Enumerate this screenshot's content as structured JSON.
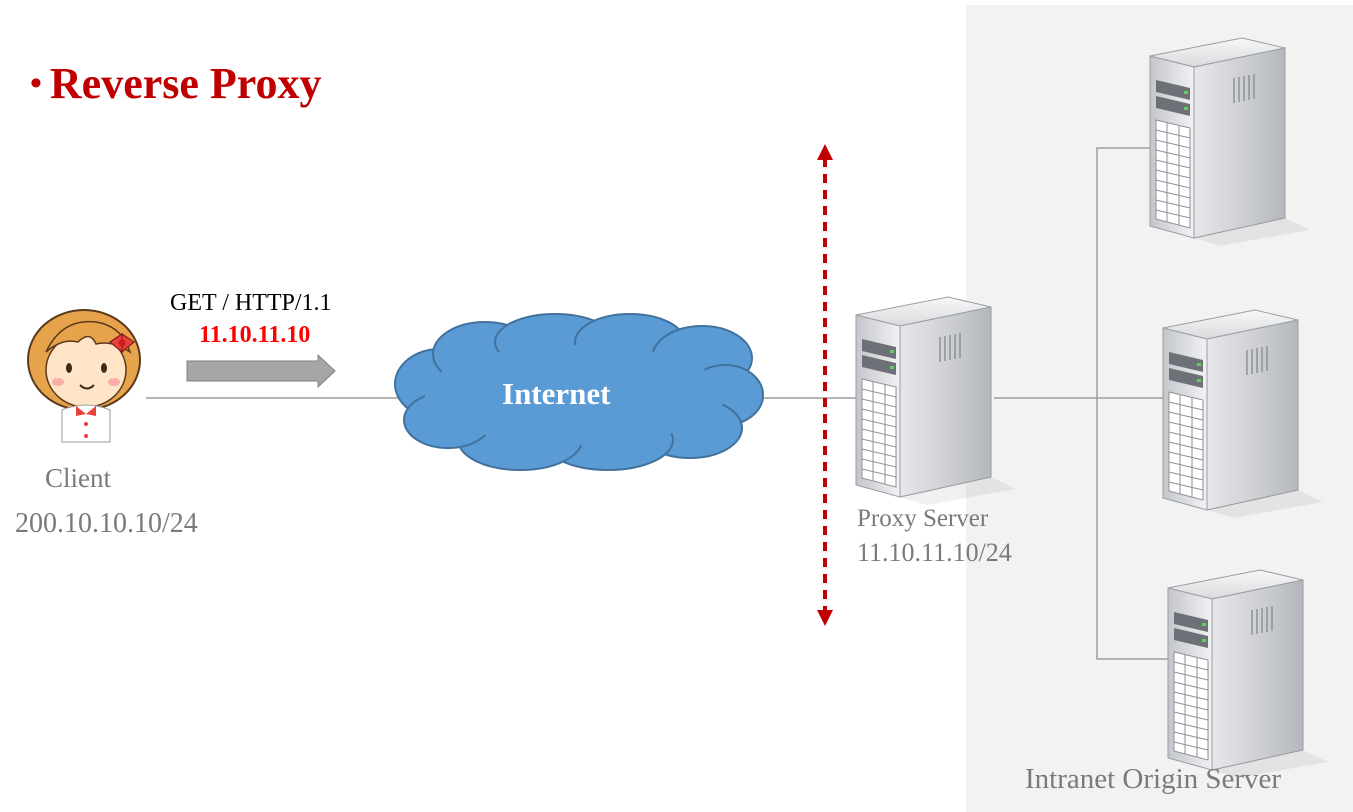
{
  "title": {
    "bullet": "•",
    "text": "Reverse Proxy"
  },
  "request": {
    "method_line": "GET / HTTP/1.1",
    "target_ip": "11.10.11.10"
  },
  "client": {
    "label": "Client",
    "ip": "200.10.10.10/24"
  },
  "internet": {
    "label": "Internet"
  },
  "proxy": {
    "label": "Proxy Server",
    "ip": "11.10.11.10/24"
  },
  "intranet": {
    "label": "Intranet Origin Server"
  },
  "colors": {
    "title_red": "#c00000",
    "request_ip_red": "#ff0000",
    "firewall_red": "#c00000",
    "cloud_blue": "#5b9bd5",
    "cloud_border": "#41719c",
    "intranet_zone": "#f2f2f2",
    "link_line": "#9e9e9e",
    "label_gray": "#7a7a7a",
    "arrow_gray": "#a6a6a6"
  },
  "icons": {
    "client": "girl-avatar-icon",
    "server": "tower-server-icon",
    "cloud": "cloud-icon",
    "firewall": "dashed-double-arrow-icon"
  }
}
